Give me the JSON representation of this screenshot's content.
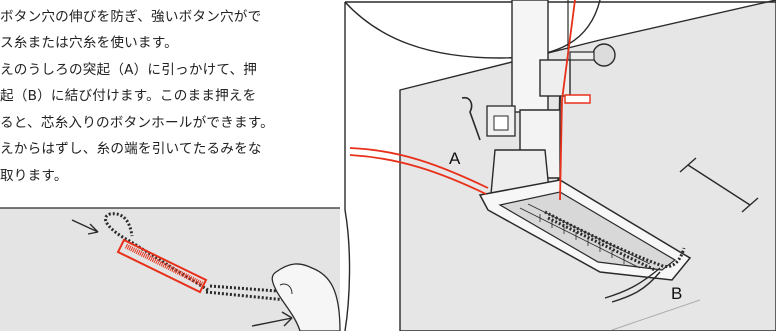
{
  "instructions": {
    "lines": [
      "ボタン穴の伸びを防ぎ、強いボタン穴がで",
      "ス糸または穴糸を使います。",
      "えのうしろの突起（A）に引っかけて、押",
      "起（B）に結び付けます。このまま押えを",
      "ると、芯糸入りのボタンホールができます。",
      "えからはずし、糸の端を引いてたるみをな",
      "取ります。"
    ]
  },
  "labels": {
    "a": "A",
    "b": "B"
  },
  "colors": {
    "thread": "#e8301a",
    "panel_bg": "#e4e4e4",
    "ink": "#2a2a2a"
  }
}
